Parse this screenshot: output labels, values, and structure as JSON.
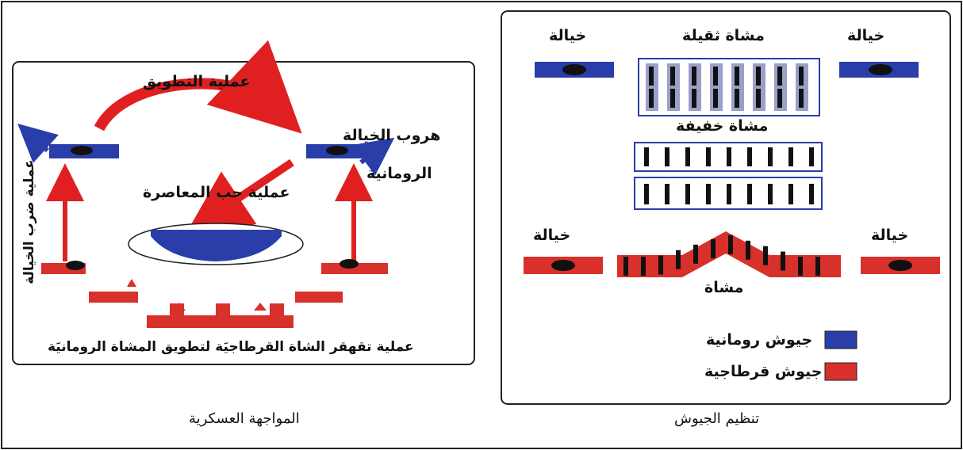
{
  "left_panel": {
    "caption": "المواجهة العسكرية",
    "labels": {
      "encirclement_op": "عملية التطويق",
      "cavalry_escape_line1": "هروب الخيالة",
      "cavalry_escape_line2": "الرومانية",
      "contemporary_op": "عملية حب المعاصرة",
      "cavalry_strike_op": "عملية ضرب الخيالة",
      "infantry_retreat_op": "عملية تقهقر الشاة القرطاجيَة لتطويق المشاة الرومانيَة"
    }
  },
  "right_panel": {
    "caption": "تنظيم الجيوش",
    "labels": {
      "cavalry_top_left": "خيالة",
      "heavy_infantry": "مشاة ثقيلة",
      "cavalry_top_right": "خيالة",
      "light_infantry": "مشاة خفيفة",
      "cavalry_bottom_left": "خيالة",
      "cavalry_bottom_right": "خيالة",
      "infantry": "مشاة"
    },
    "legend": [
      {
        "label": "جيوش رومانية",
        "color": "#2a3eaa"
      },
      {
        "label": "جيوش قرطاجية",
        "color": "#d8302a"
      }
    ]
  },
  "colors": {
    "roman_blue": "#2a3eaa",
    "carthage_red": "#d8302a",
    "arrow_red": "#e02020",
    "border": "#222222"
  }
}
